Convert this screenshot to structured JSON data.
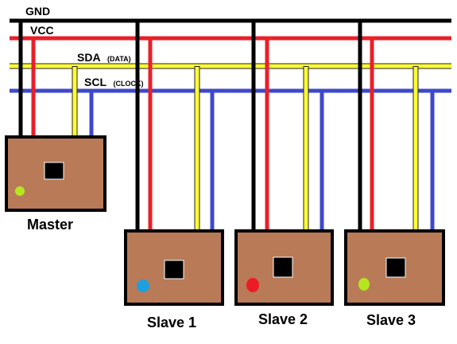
{
  "buses": {
    "gnd": {
      "label": "GND",
      "note": "",
      "color": "#000000"
    },
    "vcc": {
      "label": "VCC",
      "note": "",
      "color": "#e8202a"
    },
    "sda": {
      "label": "SDA",
      "note": "(DATA)",
      "color": "#ffff33"
    },
    "scl": {
      "label": "SCL",
      "note": "(CLOCK)",
      "color": "#3f48cc"
    }
  },
  "devices": {
    "master": {
      "name": "Master",
      "led_color": "#b5e61d",
      "board_color": "#b97a57"
    },
    "slave1": {
      "name": "Slave 1",
      "led_color": "#1ca0e0",
      "board_color": "#b97a57"
    },
    "slave2": {
      "name": "Slave 2",
      "led_color": "#ed1c24",
      "board_color": "#b97a57"
    },
    "slave3": {
      "name": "Slave 3",
      "led_color": "#b5e61d",
      "board_color": "#b97a57"
    }
  }
}
